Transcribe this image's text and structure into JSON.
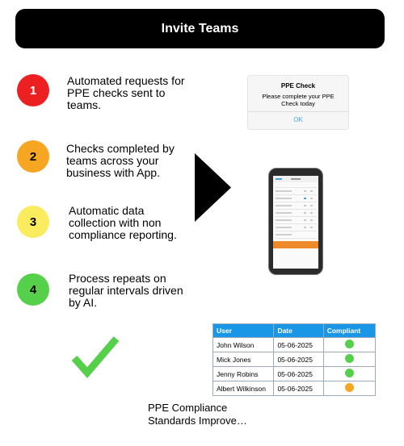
{
  "header": {
    "title": "Invite Teams"
  },
  "steps": [
    {
      "number": "1",
      "text": "Automated requests for PPE checks sent to teams.",
      "color": "#ec2020"
    },
    {
      "number": "2",
      "text": "Checks completed by teams across your business with App.",
      "color": "#f6a623"
    },
    {
      "number": "3",
      "text": "Automatic data collection with non compliance reporting.",
      "color": "#faec5e"
    },
    {
      "number": "4",
      "text": "Process repeats on regular intervals driven by AI.",
      "color": "#56d04b"
    }
  ],
  "dialog": {
    "title": "PPE Check",
    "message": "Please complete your PPE Check today",
    "button": "OK"
  },
  "table": {
    "headers": [
      "User",
      "Date",
      "Compliant"
    ],
    "rows": [
      {
        "user": "John Wilson",
        "date": "05-06-2025",
        "status_color": "#56d04b"
      },
      {
        "user": "Mick Jones",
        "date": "05-06-2025",
        "status_color": "#56d04b"
      },
      {
        "user": "Jenny Robins",
        "date": "05-06-2025",
        "status_color": "#56d04b"
      },
      {
        "user": "Albert Wilkinson",
        "date": "05-06-2025",
        "status_color": "#f6a623"
      }
    ]
  },
  "footer": {
    "text": "PPE Compliance Standards Improve…"
  },
  "colors": {
    "header_bg": "#000000",
    "table_header": "#1a96e6",
    "check": "#56d04b",
    "arrow": "#000000"
  },
  "icons": {
    "arrow": "right-triangle-arrow",
    "check": "checkmark-icon",
    "phone": "smartphone-icon"
  }
}
